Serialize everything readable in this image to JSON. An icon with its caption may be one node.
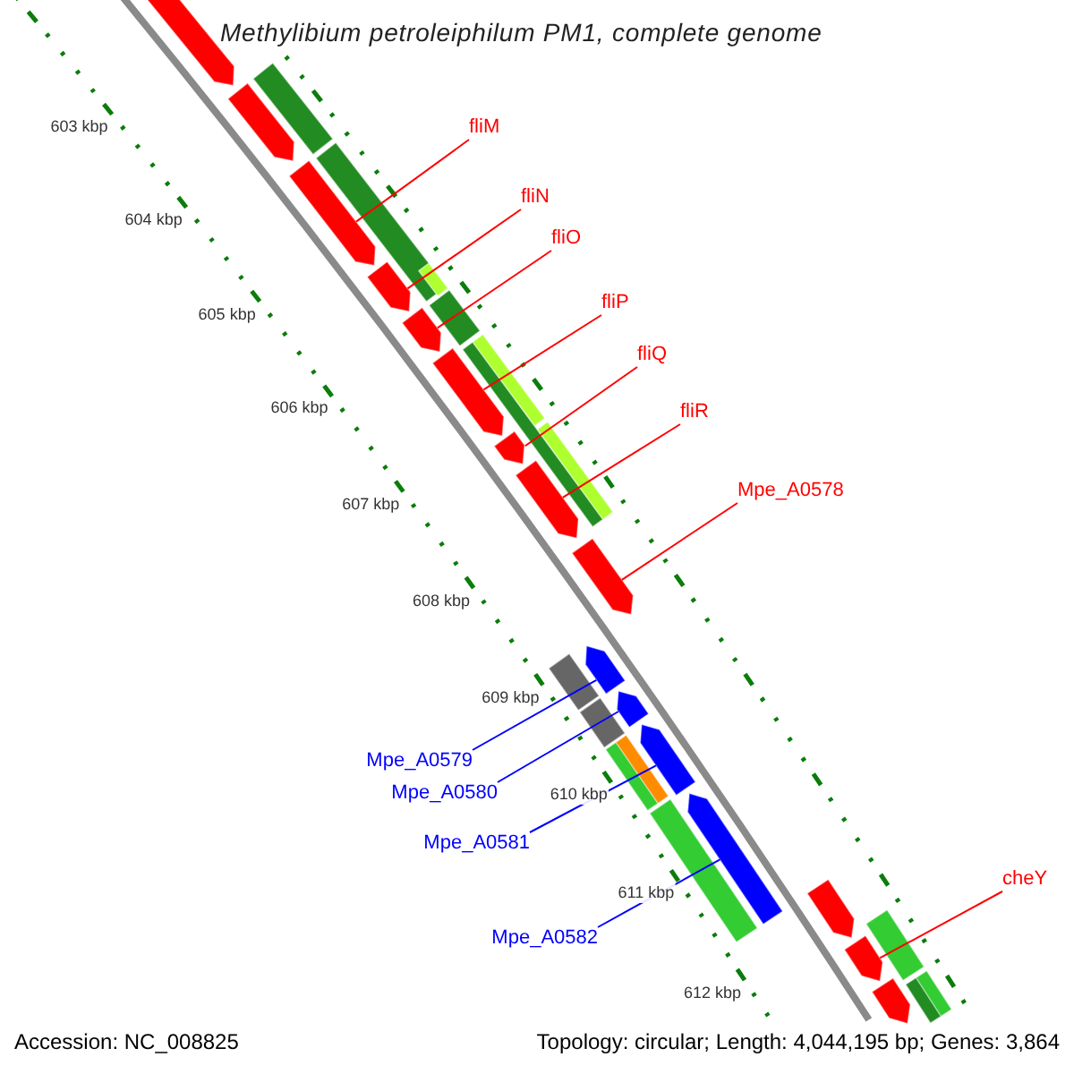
{
  "diagram": {
    "title": "Methylibium petroleiphilum PM1, complete genome",
    "nodes": [
      {
        "text": [
          "fliM"
        ]
      },
      {
        "text": [
          "fliN"
        ]
      },
      {
        "text": [
          "fliO"
        ]
      },
      {
        "text": [
          "fliP"
        ]
      },
      {
        "text": [
          "fliQ"
        ]
      },
      {
        "text": [
          "fliR"
        ]
      },
      {
        "text": [
          "Mpe_A0578"
        ]
      },
      {
        "text": [
          "Mpe_A0579"
        ]
      },
      {
        "text": [
          "Mpe_A0580"
        ]
      },
      {
        "text": [
          "Mpe_A0581"
        ]
      },
      {
        "text": [
          "cheY"
        ]
      },
      {
        "text": [
          "Mpe_A0582"
        ]
      },
      {
        "text": [],
        "shape": "arrow"
      },
      {
        "text": [],
        "shape": "arrow"
      },
      {
        "text": [],
        "shape": "arrow"
      },
      {
        "text": [],
        "shape": "arrow"
      },
      {
        "text": [],
        "shape": "arrow"
      },
      {
        "text": [],
        "shape": "arrow"
      },
      {
        "text": [],
        "shape": "arrow"
      },
      {
        "text": [],
        "shape": "arrow"
      },
      {
        "text": [],
        "shape": "arrow"
      },
      {
        "text": [],
        "shape": "arrow"
      },
      {
        "text": [],
        "shape": "arrow"
      },
      {
        "text": [],
        "shape": "arrow"
      },
      {
        "text": [],
        "shape": "arrow"
      },
      {
        "text": [],
        "shape": "arrow"
      },
      {
        "text": [],
        "shape": "arrow"
      },
      {
        "text": [],
        "shape": "arrow"
      },
      {
        "text": [],
        "shape": "box"
      },
      {
        "text": [],
        "shape": "box"
      },
      {
        "text": [],
        "shape": "box"
      },
      {
        "text": [],
        "shape": "box"
      },
      {
        "text": [],
        "shape": "box"
      },
      {
        "text": [],
        "shape": "box"
      },
      {
        "text": [],
        "shape": "box"
      },
      {
        "text": [],
        "shape": "box"
      },
      {
        "text": [],
        "shape": "box"
      },
      {
        "text": [],
        "shape": "box"
      },
      {
        "text": [],
        "shape": "box"
      },
      {
        "text": [],
        "shape": "box"
      },
      {
        "text": [],
        "shape": "box"
      },
      {
        "text": [],
        "shape": "box"
      },
      {
        "text": [],
        "shape": "box"
      }
    ],
    "edges": [
      {
        "from": 0,
        "to": 14,
        "arrow": "none"
      },
      {
        "from": 1,
        "to": 15,
        "arrow": "none"
      },
      {
        "from": 2,
        "to": 16,
        "arrow": "none"
      },
      {
        "from": 3,
        "to": 17,
        "arrow": "none"
      },
      {
        "from": 4,
        "to": 18,
        "arrow": "none"
      },
      {
        "from": 5,
        "to": 19,
        "arrow": "none"
      },
      {
        "from": 6,
        "to": 20,
        "arrow": "none"
      },
      {
        "from": 7,
        "to": 21,
        "arrow": "none",
        "color": "#0000ff"
      },
      {
        "from": 8,
        "to": 22,
        "arrow": "none",
        "color": "#0000ff"
      },
      {
        "from": 9,
        "to": 23,
        "arrow": "none",
        "color": "#0000ff"
      },
      {
        "from": 10,
        "to": 26,
        "arrow": "none"
      },
      {
        "from": 11,
        "to": 24,
        "arrow": "none",
        "color": "#0000ff"
      }
    ],
    "labels": [
      "603 kbp",
      "604 kbp",
      "605 kbp",
      "606 kbp",
      "607 kbp",
      "608 kbp",
      "609 kbp",
      "610 kbp",
      "611 kbp",
      "612 kbp",
      "Accession: NC_008825",
      "Topology: circular; Length: 4,044,195 bp; Genes: 3,864"
    ]
  }
}
